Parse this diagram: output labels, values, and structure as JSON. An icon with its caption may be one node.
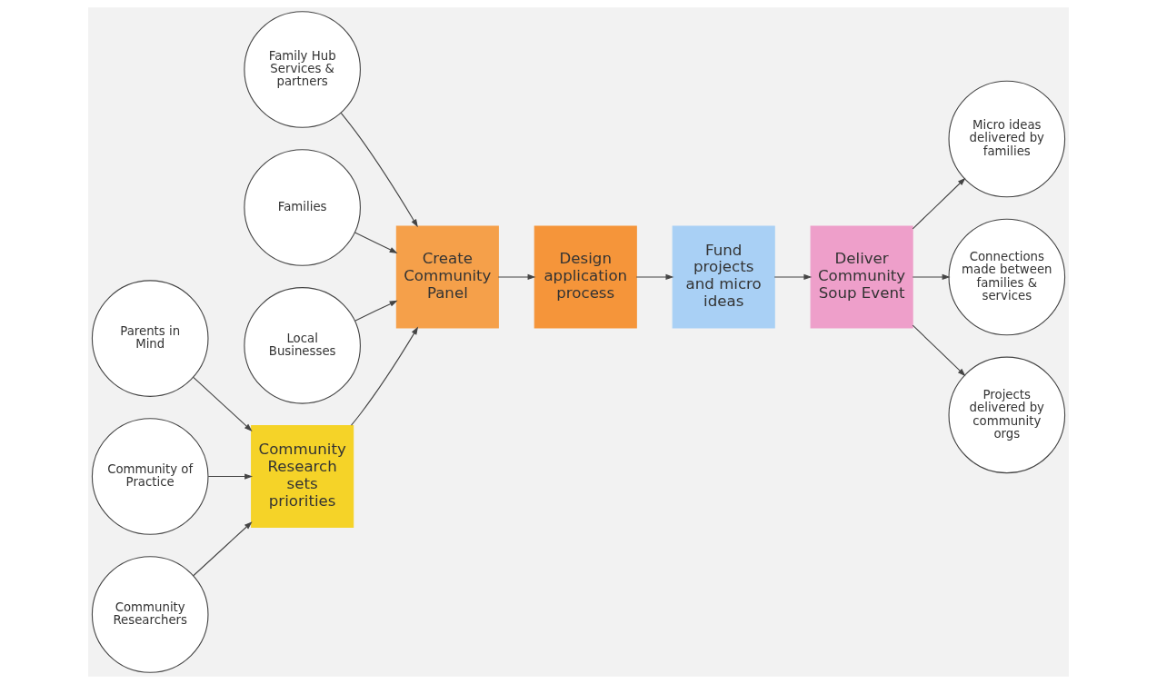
{
  "diagram": {
    "nodes": [
      {
        "text": [
          "Family Hub Services & partners"
        ]
      },
      {
        "text": [
          "Families"
        ]
      },
      {
        "text": [
          "Local Businesses"
        ]
      },
      {
        "text": [
          "Parents in Mind"
        ]
      },
      {
        "text": [
          "Community of Practice"
        ]
      },
      {
        "text": [
          "Community Research sets priorities"
        ]
      },
      {
        "text": [
          "Create Community Panel"
        ]
      },
      {
        "text": [
          "Community Researchers"
        ]
      },
      {
        "text": [
          "Micro ideas delivered by families"
        ]
      },
      {
        "text": [
          "Connections made between families & services"
        ]
      },
      {
        "text": [
          "Projects delivered by community orgs"
        ]
      },
      {
        "text": [
          "Design application process"
        ]
      },
      {
        "text": [
          "Fund projects and micro ideas"
        ]
      },
      {
        "text": [
          "Deliver Community Soup Event"
        ]
      }
    ],
    "edges": [
      {
        "from": 3,
        "to": 5,
        "arrow": "to"
      },
      {
        "from": 4,
        "to": 5,
        "arrow": "to"
      },
      {
        "from": 7,
        "to": 5,
        "arrow": "to"
      },
      {
        "from": 5,
        "to": 6,
        "arrow": "to"
      },
      {
        "from": 0,
        "to": 6,
        "arrow": "to"
      },
      {
        "from": 1,
        "to": 6,
        "arrow": "to"
      },
      {
        "from": 2,
        "to": 6,
        "arrow": "to"
      },
      {
        "from": 6,
        "to": 11,
        "arrow": "to"
      },
      {
        "from": 11,
        "to": 12,
        "arrow": "to"
      },
      {
        "from": 12,
        "to": 13,
        "arrow": "to"
      },
      {
        "from": 13,
        "to": 8,
        "arrow": "to"
      },
      {
        "from": 13,
        "to": 9,
        "arrow": "to"
      },
      {
        "from": 13,
        "to": 10,
        "arrow": "to"
      }
    ]
  }
}
